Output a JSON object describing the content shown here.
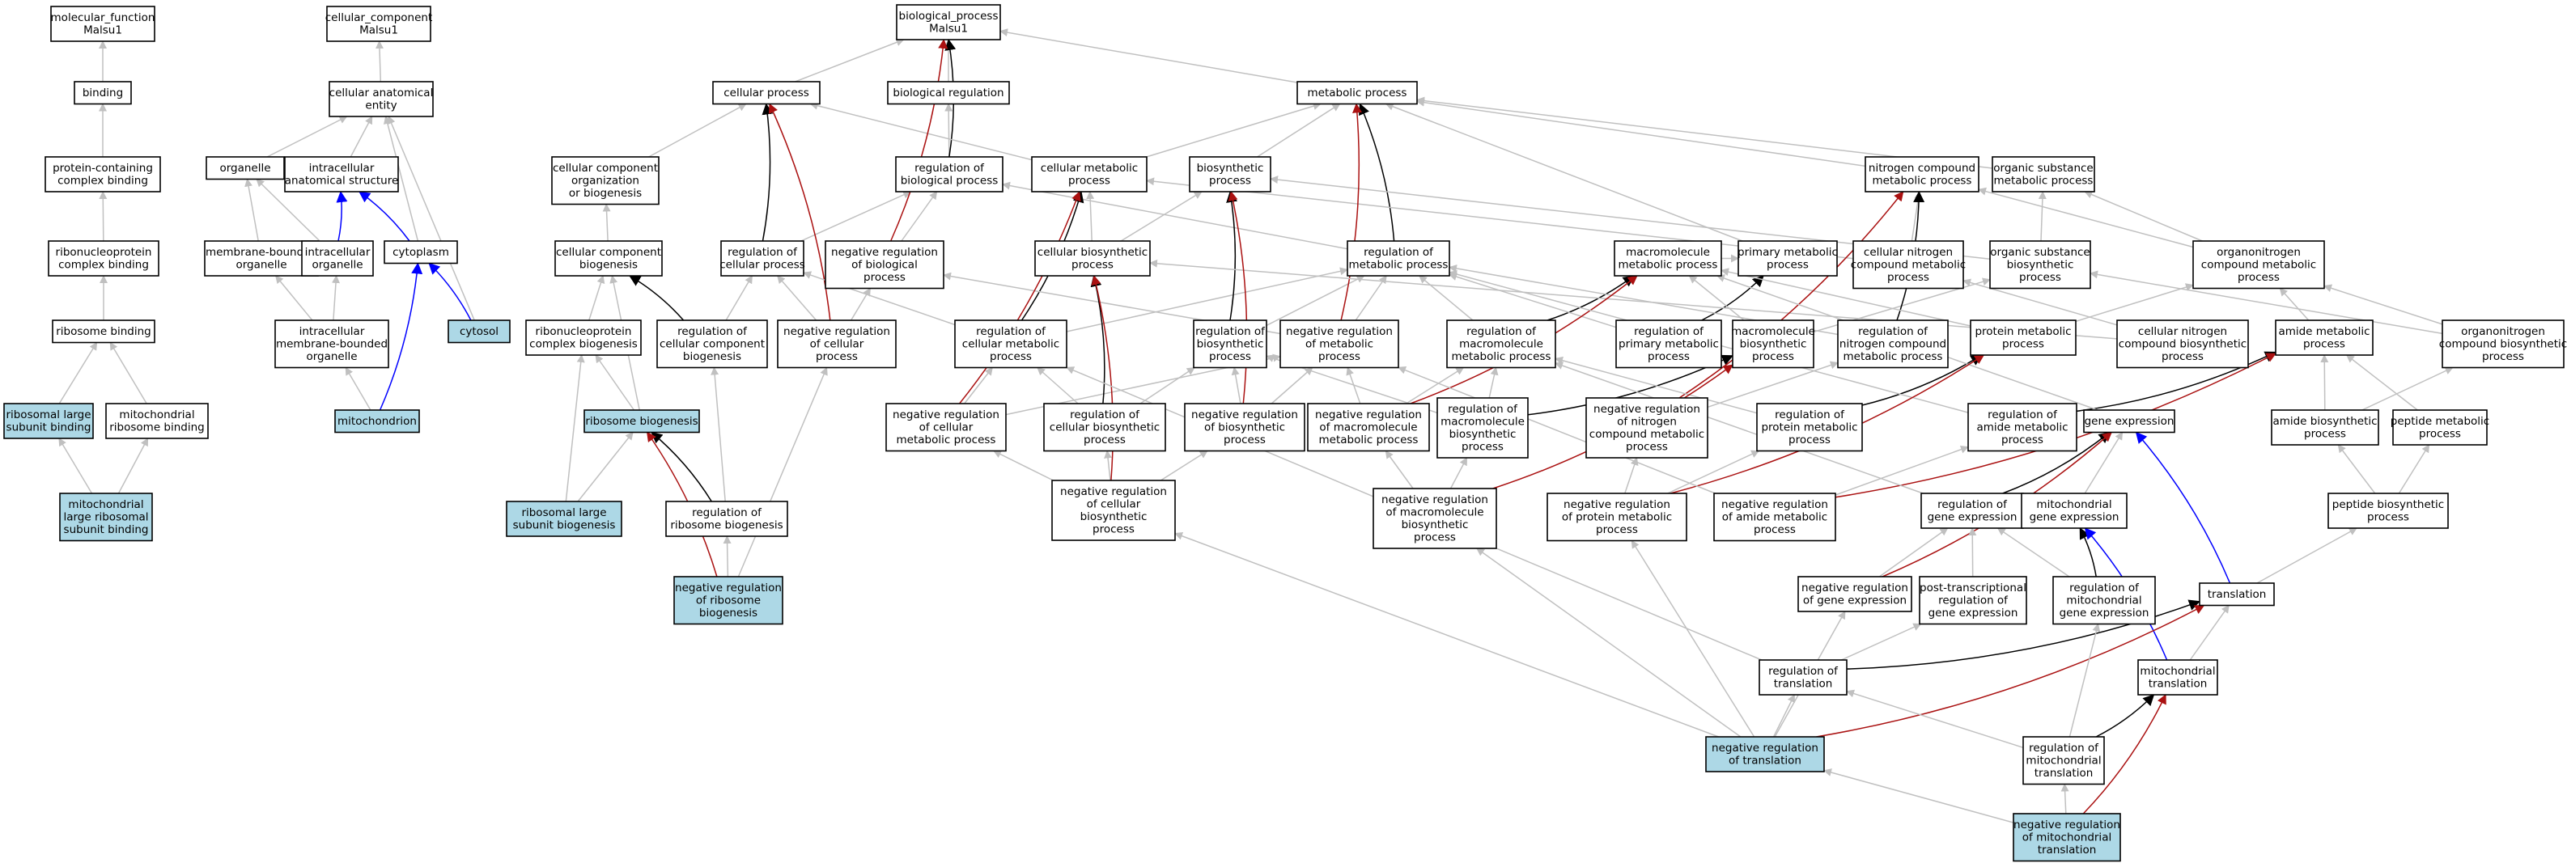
{
  "colors": {
    "default": "#ffffff",
    "highlight": "#add8e6",
    "is_a": "#c0c0c0",
    "part_of": "#0000ff",
    "regulates": "#000000",
    "negatively_regulates": "#aa1111"
  },
  "nodes": {
    "mf": {
      "label": [
        "molecular_function",
        "Malsu1"
      ]
    },
    "cc": {
      "label": [
        "cellular_component",
        "Malsu1"
      ]
    },
    "bp": {
      "label": [
        "biological_process",
        "Malsu1"
      ]
    },
    "bind": {
      "label": [
        "binding"
      ]
    },
    "pccb": {
      "label": [
        "protein-containing",
        "complex binding"
      ]
    },
    "rnpcb": {
      "label": [
        "ribonucleoprotein",
        "complex binding"
      ]
    },
    "rb": {
      "label": [
        "ribosome binding"
      ]
    },
    "rlsb": {
      "label": [
        "ribosomal large",
        "subunit binding"
      ],
      "hl": true
    },
    "mrb": {
      "label": [
        "mitochondrial",
        "ribosome binding"
      ]
    },
    "mlrsb": {
      "label": [
        "mitochondrial",
        "large ribosomal",
        "subunit binding"
      ],
      "hl": true
    },
    "cae": {
      "label": [
        "cellular anatomical",
        "entity"
      ]
    },
    "org": {
      "label": [
        "organelle"
      ]
    },
    "ias": {
      "label": [
        "intracellular",
        "anatomical structure"
      ]
    },
    "mbo": {
      "label": [
        "membrane-bounded",
        "organelle"
      ]
    },
    "io": {
      "label": [
        "intracellular",
        "organelle"
      ]
    },
    "cyto": {
      "label": [
        "cytoplasm"
      ]
    },
    "cytosol": {
      "label": [
        "cytosol"
      ],
      "hl": true
    },
    "imbo": {
      "label": [
        "intracellular",
        "membrane-bounded",
        "organelle"
      ]
    },
    "mito": {
      "label": [
        "mitochondrion"
      ],
      "hl": true
    },
    "cp": {
      "label": [
        "cellular process"
      ]
    },
    "br": {
      "label": [
        "biological regulation"
      ]
    },
    "mp": {
      "label": [
        "metabolic process"
      ]
    },
    "ccob": {
      "label": [
        "cellular component",
        "organization",
        "or biogenesis"
      ]
    },
    "robp": {
      "label": [
        "regulation of",
        "biological process"
      ]
    },
    "cmp": {
      "label": [
        "cellular metabolic",
        "process"
      ]
    },
    "bsp": {
      "label": [
        "biosynthetic",
        "process"
      ]
    },
    "ncmp": {
      "label": [
        "nitrogen compound",
        "metabolic process"
      ]
    },
    "osmp": {
      "label": [
        "organic substance",
        "metabolic process"
      ]
    },
    "ccb": {
      "label": [
        "cellular component",
        "biogenesis"
      ]
    },
    "rocp": {
      "label": [
        "regulation of",
        "cellular process"
      ]
    },
    "nrbp": {
      "label": [
        "negative regulation",
        "of biological",
        "process"
      ]
    },
    "cbp": {
      "label": [
        "cellular biosynthetic",
        "process"
      ]
    },
    "rmp": {
      "label": [
        "regulation of",
        "metabolic process"
      ]
    },
    "macmp": {
      "label": [
        "macromolecule",
        "metabolic process"
      ]
    },
    "pmp": {
      "label": [
        "primary metabolic",
        "process"
      ]
    },
    "cncmp": {
      "label": [
        "cellular nitrogen",
        "compound metabolic",
        "process"
      ]
    },
    "osbp": {
      "label": [
        "organic substance",
        "biosynthetic",
        "process"
      ]
    },
    "oncmp": {
      "label": [
        "organonitrogen",
        "compound metabolic",
        "process"
      ]
    },
    "rnpcbg": {
      "label": [
        "ribonucleoprotein",
        "complex biogenesis"
      ]
    },
    "rccb": {
      "label": [
        "regulation of",
        "cellular component",
        "biogenesis"
      ]
    },
    "nrcp": {
      "label": [
        "negative regulation",
        "of cellular",
        "process"
      ]
    },
    "rcmp": {
      "label": [
        "regulation of",
        "cellular metabolic",
        "process"
      ]
    },
    "rbsp": {
      "label": [
        "regulation of",
        "biosynthetic",
        "process"
      ]
    },
    "nrmp": {
      "label": [
        "negative regulation",
        "of metabolic",
        "process"
      ]
    },
    "rmmp": {
      "label": [
        "regulation of",
        "macromolecule",
        "metabolic process"
      ]
    },
    "rpmp": {
      "label": [
        "regulation of",
        "primary metabolic",
        "process"
      ]
    },
    "mbsp": {
      "label": [
        "macromolecule",
        "biosynthetic",
        "process"
      ]
    },
    "rncmp": {
      "label": [
        "regulation of",
        "nitrogen compound",
        "metabolic process"
      ]
    },
    "protmp": {
      "label": [
        "protein metabolic",
        "process"
      ]
    },
    "cncbp": {
      "label": [
        "cellular nitrogen",
        "compound biosynthetic",
        "process"
      ]
    },
    "amp": {
      "label": [
        "amide metabolic",
        "process"
      ]
    },
    "oncbp": {
      "label": [
        "organonitrogen",
        "compound biosynthetic",
        "process"
      ]
    },
    "rbg": {
      "label": [
        "ribosome biogenesis"
      ],
      "hl": true
    },
    "nrcmp": {
      "label": [
        "negative regulation",
        "of cellular",
        "metabolic process"
      ]
    },
    "rcbp": {
      "label": [
        "regulation of",
        "cellular biosynthetic",
        "process"
      ]
    },
    "nrbsp": {
      "label": [
        "negative regulation",
        "of biosynthetic",
        "process"
      ]
    },
    "nrmmp": {
      "label": [
        "negative regulation",
        "of macromolecule",
        "metabolic process"
      ]
    },
    "rmbp": {
      "label": [
        "regulation of",
        "macromolecule",
        "biosynthetic",
        "process"
      ]
    },
    "nrncmp": {
      "label": [
        "negative regulation",
        "of nitrogen",
        "compound metabolic",
        "process"
      ]
    },
    "rprotmp": {
      "label": [
        "regulation of",
        "protein metabolic",
        "process"
      ]
    },
    "ramp": {
      "label": [
        "regulation of",
        "amide metabolic",
        "process"
      ]
    },
    "ge": {
      "label": [
        "gene expression"
      ]
    },
    "absp": {
      "label": [
        "amide biosynthetic",
        "process"
      ]
    },
    "pepmp": {
      "label": [
        "peptide metabolic",
        "process"
      ]
    },
    "rlsbg": {
      "label": [
        "ribosomal large",
        "subunit biogenesis"
      ],
      "hl": true
    },
    "rrbg": {
      "label": [
        "regulation of",
        "ribosome biogenesis"
      ]
    },
    "nrcbp": {
      "label": [
        "negative regulation",
        "of cellular",
        "biosynthetic",
        "process"
      ]
    },
    "nrmbp": {
      "label": [
        "negative regulation",
        "of macromolecule",
        "biosynthetic",
        "process"
      ]
    },
    "nrprotmp": {
      "label": [
        "negative regulation",
        "of protein metabolic",
        "process"
      ]
    },
    "nramp": {
      "label": [
        "negative regulation",
        "of amide metabolic",
        "process"
      ]
    },
    "rge": {
      "label": [
        "regulation of",
        "gene expression"
      ]
    },
    "mge": {
      "label": [
        "mitochondrial",
        "gene expression"
      ]
    },
    "pepbp": {
      "label": [
        "peptide biosynthetic",
        "process"
      ]
    },
    "nrrbg": {
      "label": [
        "negative regulation",
        "of ribosome",
        "biogenesis"
      ],
      "hl": true
    },
    "nrge": {
      "label": [
        "negative regulation",
        "of gene expression"
      ]
    },
    "ptrge": {
      "label": [
        "post-transcriptional",
        "regulation of",
        "gene expression"
      ]
    },
    "rmge": {
      "label": [
        "regulation of",
        "mitochondrial",
        "gene expression"
      ]
    },
    "trans": {
      "label": [
        "translation"
      ]
    },
    "rtrans": {
      "label": [
        "regulation of",
        "translation"
      ]
    },
    "mtrans": {
      "label": [
        "mitochondrial",
        "translation"
      ]
    },
    "nrtrans": {
      "label": [
        "negative regulation",
        "of translation"
      ],
      "hl": true
    },
    "rmtrans": {
      "label": [
        "regulation of",
        "mitochondrial",
        "translation"
      ]
    },
    "nrmtrans": {
      "label": [
        "negative regulation",
        "of mitochondrial",
        "translation"
      ],
      "hl": true
    }
  },
  "edges": [
    [
      "bind",
      "mf",
      "is_a"
    ],
    [
      "pccb",
      "bind",
      "is_a"
    ],
    [
      "rnpcb",
      "pccb",
      "is_a"
    ],
    [
      "rb",
      "rnpcb",
      "is_a"
    ],
    [
      "rlsb",
      "rb",
      "is_a"
    ],
    [
      "mrb",
      "rb",
      "is_a"
    ],
    [
      "mlrsb",
      "rlsb",
      "is_a"
    ],
    [
      "mlrsb",
      "mrb",
      "is_a"
    ],
    [
      "cae",
      "cc",
      "is_a"
    ],
    [
      "org",
      "cae",
      "is_a"
    ],
    [
      "ias",
      "cae",
      "is_a"
    ],
    [
      "mbo",
      "org",
      "is_a"
    ],
    [
      "io",
      "org",
      "is_a"
    ],
    [
      "io",
      "ias",
      "part_of"
    ],
    [
      "cyto",
      "ias",
      "part_of"
    ],
    [
      "cyto",
      "cae",
      "is_a"
    ],
    [
      "cytosol",
      "cyto",
      "part_of"
    ],
    [
      "cytosol",
      "cae",
      "is_a"
    ],
    [
      "imbo",
      "mbo",
      "is_a"
    ],
    [
      "imbo",
      "io",
      "is_a"
    ],
    [
      "mito",
      "imbo",
      "is_a"
    ],
    [
      "mito",
      "cyto",
      "part_of"
    ],
    [
      "cp",
      "bp",
      "is_a"
    ],
    [
      "br",
      "bp",
      "is_a"
    ],
    [
      "mp",
      "bp",
      "is_a"
    ],
    [
      "ccob",
      "cp",
      "is_a"
    ],
    [
      "robp",
      "br",
      "is_a"
    ],
    [
      "robp",
      "bp",
      "regulates"
    ],
    [
      "cmp",
      "cp",
      "is_a"
    ],
    [
      "cmp",
      "mp",
      "is_a"
    ],
    [
      "bsp",
      "mp",
      "is_a"
    ],
    [
      "ncmp",
      "mp",
      "is_a"
    ],
    [
      "osmp",
      "mp",
      "is_a"
    ],
    [
      "ccb",
      "ccob",
      "is_a"
    ],
    [
      "rocp",
      "robp",
      "is_a"
    ],
    [
      "rocp",
      "cp",
      "regulates"
    ],
    [
      "nrbp",
      "robp",
      "is_a"
    ],
    [
      "nrbp",
      "bp",
      "negatively_regulates"
    ],
    [
      "cbp",
      "cmp",
      "is_a"
    ],
    [
      "cbp",
      "bsp",
      "is_a"
    ],
    [
      "rmp",
      "robp",
      "is_a"
    ],
    [
      "rmp",
      "mp",
      "regulates"
    ],
    [
      "macmp",
      "pmp",
      "is_a"
    ],
    [
      "pmp",
      "mp",
      "is_a"
    ],
    [
      "cncmp",
      "ncmp",
      "is_a"
    ],
    [
      "cncmp",
      "cmp",
      "is_a"
    ],
    [
      "osbp",
      "osmp",
      "is_a"
    ],
    [
      "osbp",
      "bsp",
      "is_a"
    ],
    [
      "oncmp",
      "ncmp",
      "is_a"
    ],
    [
      "oncmp",
      "osmp",
      "is_a"
    ],
    [
      "rnpcbg",
      "ccb",
      "is_a"
    ],
    [
      "rccb",
      "ccb",
      "regulates"
    ],
    [
      "rccb",
      "rocp",
      "is_a"
    ],
    [
      "nrcp",
      "rocp",
      "is_a"
    ],
    [
      "nrcp",
      "nrbp",
      "is_a"
    ],
    [
      "nrcp",
      "cp",
      "negatively_regulates"
    ],
    [
      "rcmp",
      "rocp",
      "is_a"
    ],
    [
      "rcmp",
      "rmp",
      "is_a"
    ],
    [
      "rcmp",
      "cmp",
      "regulates"
    ],
    [
      "rbsp",
      "rmp",
      "is_a"
    ],
    [
      "rbsp",
      "bsp",
      "regulates"
    ],
    [
      "nrmp",
      "rmp",
      "is_a"
    ],
    [
      "nrmp",
      "nrbp",
      "is_a"
    ],
    [
      "nrmp",
      "mp",
      "negatively_regulates"
    ],
    [
      "rmmp",
      "rmp",
      "is_a"
    ],
    [
      "rmmp",
      "macmp",
      "regulates"
    ],
    [
      "rpmp",
      "rmp",
      "is_a"
    ],
    [
      "rpmp",
      "pmp",
      "regulates"
    ],
    [
      "mbsp",
      "macmp",
      "is_a"
    ],
    [
      "mbsp",
      "osbp",
      "is_a"
    ],
    [
      "rncmp",
      "rmp",
      "is_a"
    ],
    [
      "rncmp",
      "ncmp",
      "regulates"
    ],
    [
      "protmp",
      "macmp",
      "is_a"
    ],
    [
      "protmp",
      "oncmp",
      "is_a"
    ],
    [
      "cncbp",
      "cncmp",
      "is_a"
    ],
    [
      "cncbp",
      "cbp",
      "is_a"
    ],
    [
      "amp",
      "oncmp",
      "is_a"
    ],
    [
      "oncbp",
      "oncmp",
      "is_a"
    ],
    [
      "oncbp",
      "osbp",
      "is_a"
    ],
    [
      "rbg",
      "rnpcbg",
      "is_a"
    ],
    [
      "rbg",
      "ccb",
      "is_a"
    ],
    [
      "nrcmp",
      "rcmp",
      "is_a"
    ],
    [
      "nrcmp",
      "nrmp",
      "is_a"
    ],
    [
      "nrcmp",
      "cmp",
      "negatively_regulates"
    ],
    [
      "rcbp",
      "rcmp",
      "is_a"
    ],
    [
      "rcbp",
      "rbsp",
      "is_a"
    ],
    [
      "rcbp",
      "cbp",
      "regulates"
    ],
    [
      "nrbsp",
      "rbsp",
      "is_a"
    ],
    [
      "nrbsp",
      "nrmp",
      "is_a"
    ],
    [
      "nrbsp",
      "bsp",
      "negatively_regulates"
    ],
    [
      "nrmmp",
      "rmmp",
      "is_a"
    ],
    [
      "nrmmp",
      "nrmp",
      "is_a"
    ],
    [
      "nrmmp",
      "macmp",
      "negatively_regulates"
    ],
    [
      "rmbp",
      "rmmp",
      "is_a"
    ],
    [
      "rmbp",
      "rbsp",
      "is_a"
    ],
    [
      "rmbp",
      "mbsp",
      "regulates"
    ],
    [
      "nrncmp",
      "rncmp",
      "is_a"
    ],
    [
      "nrncmp",
      "ncmp",
      "negatively_regulates"
    ],
    [
      "rprotmp",
      "rmmp",
      "is_a"
    ],
    [
      "rprotmp",
      "protmp",
      "regulates"
    ],
    [
      "ramp",
      "rmp",
      "is_a"
    ],
    [
      "ramp",
      "amp",
      "regulates"
    ],
    [
      "ge",
      "macmp",
      "is_a"
    ],
    [
      "absp",
      "amp",
      "is_a"
    ],
    [
      "absp",
      "oncbp",
      "is_a"
    ],
    [
      "pepmp",
      "amp",
      "is_a"
    ],
    [
      "rlsbg",
      "rbg",
      "is_a"
    ],
    [
      "rlsbg",
      "rnpcbg",
      "is_a"
    ],
    [
      "rrbg",
      "rbg",
      "regulates"
    ],
    [
      "rrbg",
      "rccb",
      "is_a"
    ],
    [
      "nrcbp",
      "rcbp",
      "is_a"
    ],
    [
      "nrcbp",
      "nrbsp",
      "is_a"
    ],
    [
      "nrcbp",
      "nrcmp",
      "is_a"
    ],
    [
      "nrcbp",
      "cbp",
      "negatively_regulates"
    ],
    [
      "nrmbp",
      "rmbp",
      "is_a"
    ],
    [
      "nrmbp",
      "nrmmp",
      "is_a"
    ],
    [
      "nrmbp",
      "mbsp",
      "negatively_regulates"
    ],
    [
      "nrprotmp",
      "rprotmp",
      "is_a"
    ],
    [
      "nrprotmp",
      "nrncmp",
      "is_a"
    ],
    [
      "nrprotmp",
      "protmp",
      "negatively_regulates"
    ],
    [
      "nramp",
      "ramp",
      "is_a"
    ],
    [
      "nramp",
      "nrmp",
      "is_a"
    ],
    [
      "nramp",
      "amp",
      "negatively_regulates"
    ],
    [
      "rge",
      "rmmp",
      "is_a"
    ],
    [
      "rge",
      "ge",
      "regulates"
    ],
    [
      "mge",
      "ge",
      "is_a"
    ],
    [
      "pepbp",
      "pepmp",
      "is_a"
    ],
    [
      "pepbp",
      "absp",
      "is_a"
    ],
    [
      "nrrbg",
      "rrbg",
      "is_a"
    ],
    [
      "nrrbg",
      "nrcp",
      "is_a"
    ],
    [
      "nrrbg",
      "rbg",
      "negatively_regulates"
    ],
    [
      "nrge",
      "rge",
      "is_a"
    ],
    [
      "nrge",
      "ge",
      "negatively_regulates"
    ],
    [
      "ptrge",
      "rge",
      "is_a"
    ],
    [
      "rmge",
      "rge",
      "is_a"
    ],
    [
      "rmge",
      "mge",
      "regulates"
    ],
    [
      "trans",
      "ge",
      "part_of"
    ],
    [
      "trans",
      "pepbp",
      "is_a"
    ],
    [
      "rtrans",
      "ptrge",
      "is_a"
    ],
    [
      "rtrans",
      "trans",
      "regulates"
    ],
    [
      "rtrans",
      "rcmp",
      "is_a"
    ],
    [
      "mtrans",
      "trans",
      "is_a"
    ],
    [
      "mtrans",
      "mge",
      "part_of"
    ],
    [
      "nrtrans",
      "rtrans",
      "is_a"
    ],
    [
      "nrtrans",
      "nrge",
      "is_a"
    ],
    [
      "nrtrans",
      "nrmbp",
      "is_a"
    ],
    [
      "nrtrans",
      "nrprotmp",
      "is_a"
    ],
    [
      "nrtrans",
      "trans",
      "negatively_regulates"
    ],
    [
      "nrtrans",
      "nrcbp",
      "is_a"
    ],
    [
      "rmtrans",
      "rtrans",
      "is_a"
    ],
    [
      "rmtrans",
      "rmge",
      "is_a"
    ],
    [
      "rmtrans",
      "mtrans",
      "regulates"
    ],
    [
      "nrmtrans",
      "rmtrans",
      "is_a"
    ],
    [
      "nrmtrans",
      "nrtrans",
      "is_a"
    ],
    [
      "nrmtrans",
      "mtrans",
      "negatively_regulates"
    ]
  ]
}
